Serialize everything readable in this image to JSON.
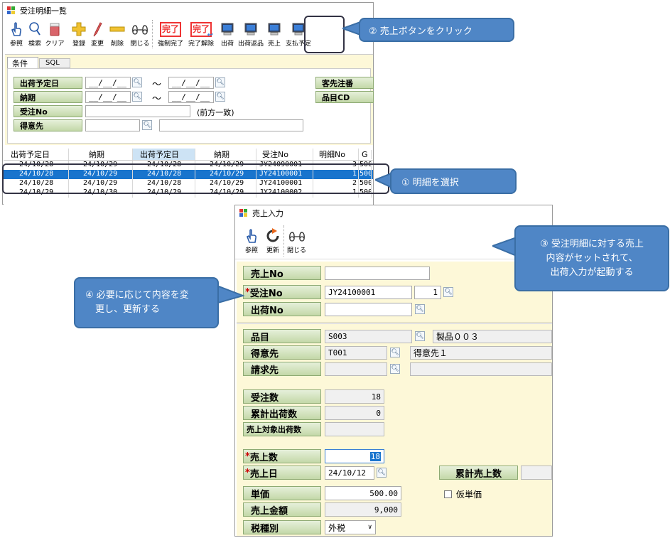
{
  "list_window": {
    "title": "受注明細一覧",
    "toolbar": [
      {
        "label": "参照",
        "icon": "hand-pointer-icon"
      },
      {
        "label": "検索",
        "icon": "magnifier-icon"
      },
      {
        "label": "クリア",
        "icon": "eraser-icon"
      },
      {
        "label": "登録",
        "icon": "plus-icon"
      },
      {
        "label": "変更",
        "icon": "pencil-icon"
      },
      {
        "label": "削除",
        "icon": "minus-icon"
      },
      {
        "label": "閉じる",
        "icon": "binoculars-icon"
      },
      {
        "label": "強制完了",
        "icon": "complete-stamp-icon",
        "stamp": "完了"
      },
      {
        "label": "完了解除",
        "icon": "complete-undo-stamp-icon",
        "stamp": "完了"
      },
      {
        "label": "出荷",
        "icon": "computer-icon"
      },
      {
        "label": "出荷返品",
        "icon": "computer-icon"
      },
      {
        "label": "売上",
        "icon": "computer-icon"
      },
      {
        "label": "支払予定",
        "icon": "computer-icon"
      }
    ],
    "tabs": [
      "条件",
      "SQL"
    ],
    "filters": {
      "ship_date_label": "出荷予定日",
      "due_date_label": "納期",
      "order_no_label": "受注No",
      "customer_label": "得意先",
      "date_placeholder": "__/__/__",
      "tilde": "～",
      "prefix_match": "(前方一致)",
      "client_order_label": "客先注番",
      "item_cd_label": "品目CD"
    },
    "grid": {
      "headers": [
        "出荷予定日",
        "納期",
        "出荷予定日",
        "納期",
        "受注No",
        "明細No",
        "G"
      ],
      "rows": [
        [
          "24/10/28",
          "24/10/29",
          "24/10/28",
          "24/10/29",
          "JY24090001",
          "3",
          "500"
        ],
        [
          "24/10/28",
          "24/10/29",
          "24/10/28",
          "24/10/29",
          "JY24100001",
          "1",
          "500"
        ],
        [
          "24/10/28",
          "24/10/29",
          "24/10/28",
          "24/10/29",
          "JY24100001",
          "2",
          "500"
        ],
        [
          "24/10/29",
          "24/10/30",
          "24/10/29",
          "24/10/29",
          "JY24100002",
          "1",
          "500"
        ]
      ],
      "selected_index": 1
    }
  },
  "sales_window": {
    "title": "売上入力",
    "toolbar": [
      {
        "label": "参照",
        "icon": "hand-pointer-icon"
      },
      {
        "label": "更新",
        "icon": "refresh-icon"
      },
      {
        "label": "閉じる",
        "icon": "binoculars-icon"
      }
    ],
    "required_mark": "*",
    "fields": {
      "sales_no_label": "売上No",
      "sales_no_value": "",
      "order_no_label": "受注No",
      "order_no_value": "JY24100001",
      "order_line_value": "1",
      "ship_no_label": "出荷No",
      "ship_no_value": "",
      "item_label": "品目",
      "item_code": "S003",
      "item_name": "製品００３",
      "customer_label": "得意先",
      "customer_code": "T001",
      "customer_name": "得意先１",
      "billing_label": "請求先",
      "billing_code": "",
      "billing_name": "",
      "order_qty_label": "受注数",
      "order_qty_value": "18",
      "cum_ship_label": "累計出荷数",
      "cum_ship_value": "0",
      "sales_target_label": "売上対象出荷数",
      "sales_target_value": "",
      "sales_qty_label": "売上数",
      "sales_qty_value": "18",
      "sales_date_label": "売上日",
      "sales_date_value": "24/10/12",
      "cum_sales_label": "累計売上数",
      "cum_sales_value": "",
      "unit_price_label": "単価",
      "unit_price_value": "500.00",
      "provisional_label": "仮単価",
      "amount_label": "売上金額",
      "amount_value": "9,000",
      "tax_label": "税種別",
      "tax_value": "外税"
    }
  },
  "callouts": {
    "c1": "① 明細を選択",
    "c2": "② 売上ボタンをクリック",
    "c3_line1": "③ 受注明細に対する売上",
    "c3_line2": "内容がセットされて、",
    "c3_line3": "出荷入力が起動する",
    "c4_line1": "④ 必要に応じて内容を変",
    "c4_line2": "更し、更新する"
  },
  "colors": {
    "callout_fill": "#4f86c6",
    "label_green": "#c3d8a8",
    "form_bg": "#fdf8d8",
    "selected_row": "#1874cd",
    "required": "#cc0000"
  }
}
